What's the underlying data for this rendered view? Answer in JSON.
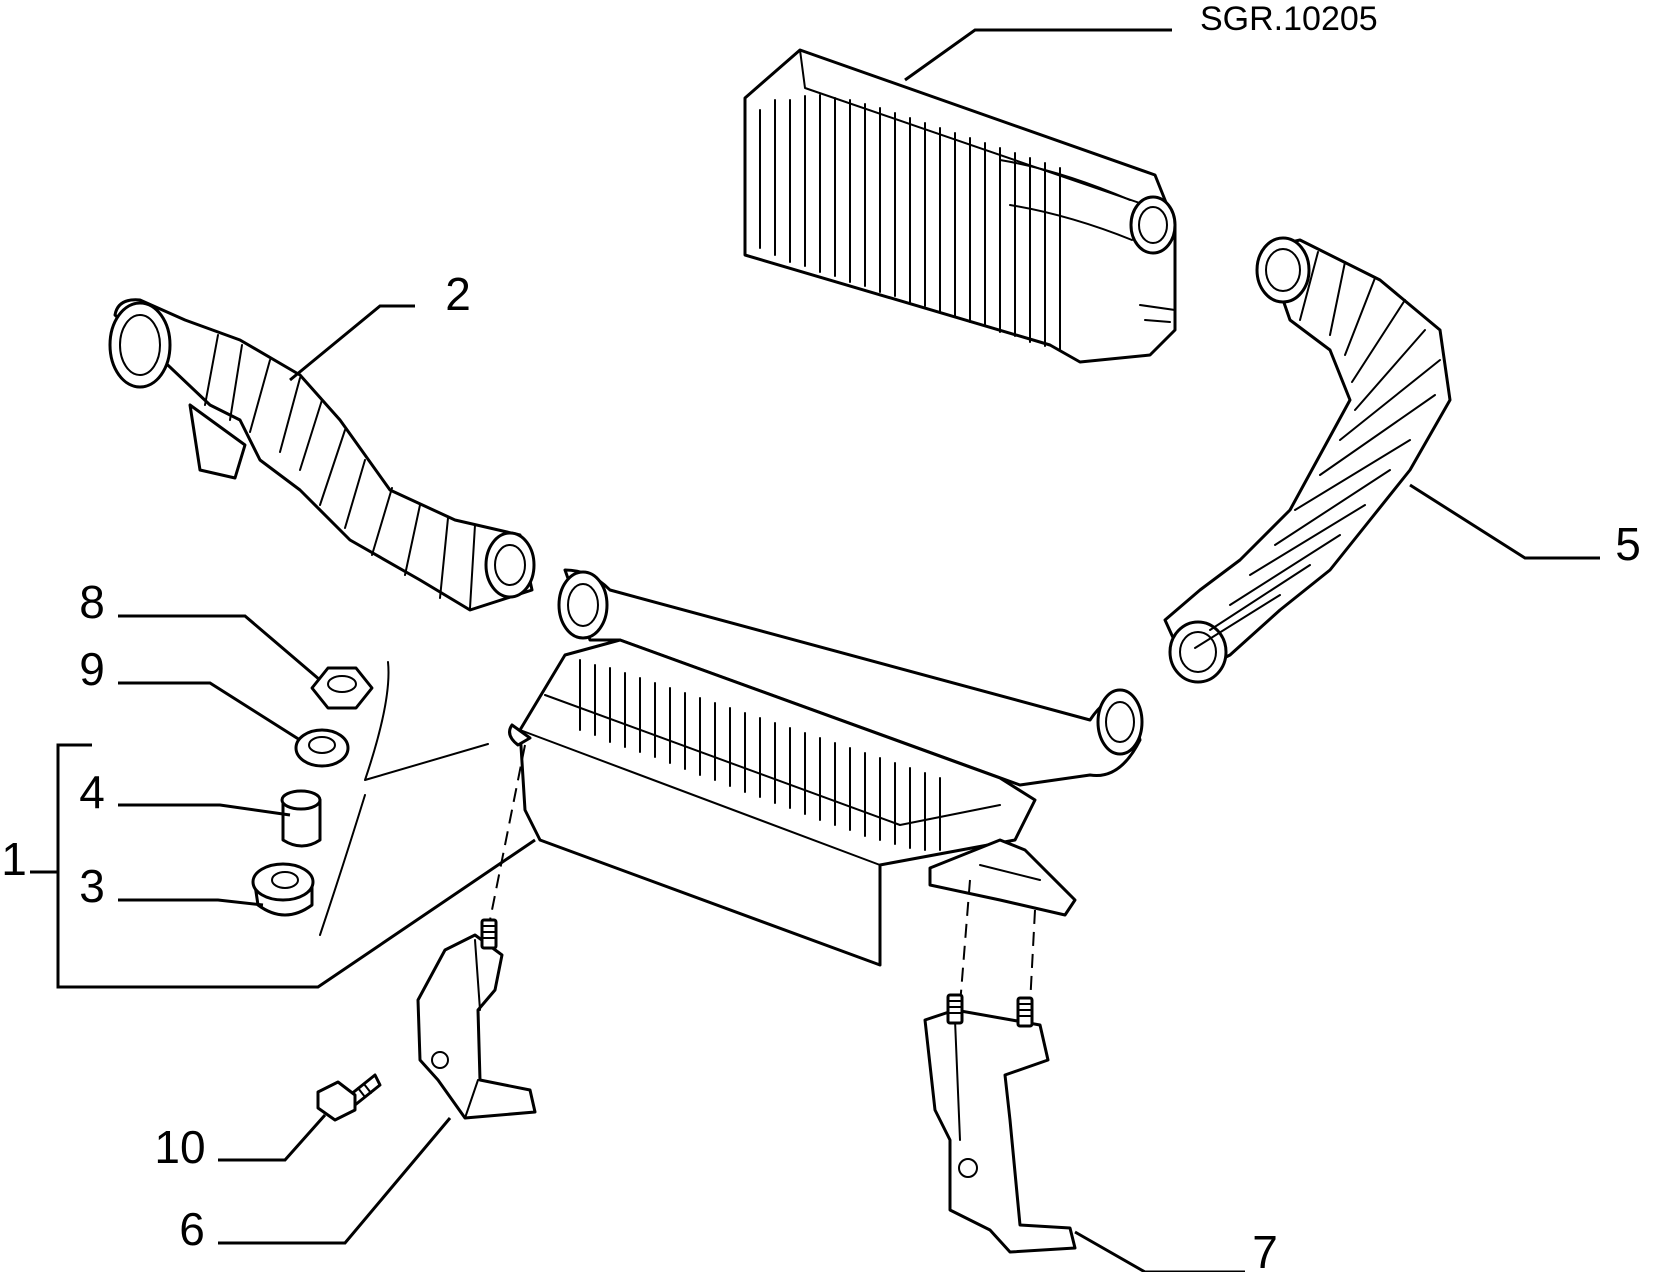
{
  "reference_code": "SGR.10205",
  "callouts": [
    {
      "id": "1",
      "label": "1"
    },
    {
      "id": "2",
      "label": "2"
    },
    {
      "id": "3",
      "label": "3"
    },
    {
      "id": "4",
      "label": "4"
    },
    {
      "id": "5",
      "label": "5"
    },
    {
      "id": "6",
      "label": "6"
    },
    {
      "id": "7",
      "label": "7"
    },
    {
      "id": "8",
      "label": "8"
    },
    {
      "id": "9",
      "label": "9"
    },
    {
      "id": "10",
      "label": "10"
    }
  ]
}
